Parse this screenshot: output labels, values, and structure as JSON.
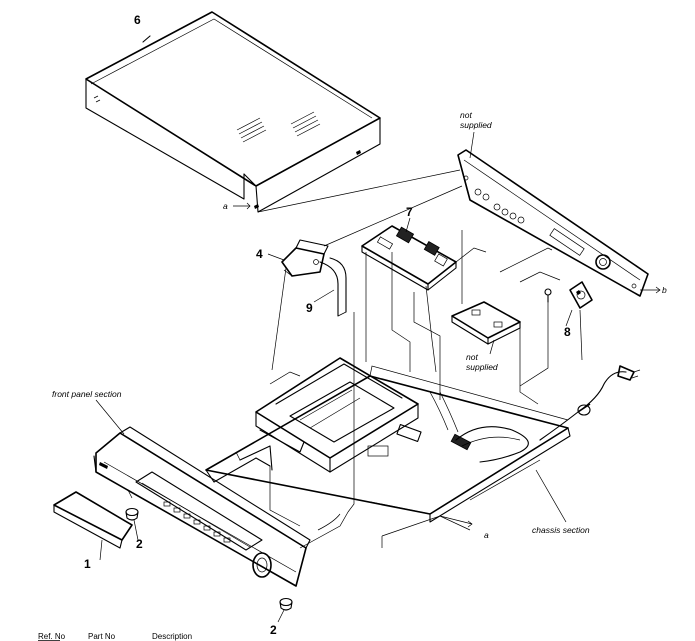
{
  "callouts": {
    "c1": "1",
    "c2a": "2",
    "c2b": "2",
    "c4": "4",
    "c6": "6",
    "c7": "7",
    "c8": "8",
    "c9": "9"
  },
  "refs": {
    "ra1": "a",
    "ra2": "a",
    "rb": "b"
  },
  "captions": {
    "front_panel": "front panel section",
    "chassis": "chassis section",
    "not_supplied_top_1": "not",
    "not_supplied_top_2": "supplied",
    "not_supplied_mid_1": "not",
    "not_supplied_mid_2": "supplied"
  },
  "table_header": {
    "ref_no": "Ref. No",
    "part_no": "Part No",
    "description": "Description"
  }
}
